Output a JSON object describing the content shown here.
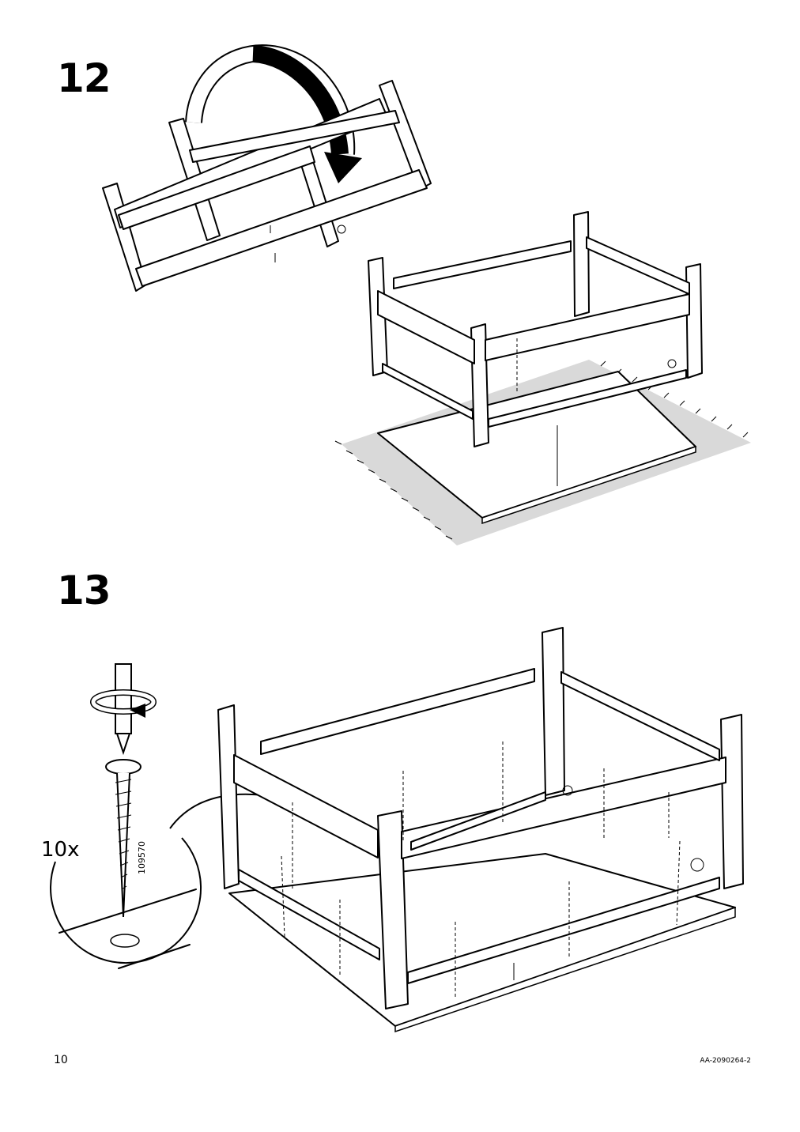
{
  "steps": [
    {
      "number": "12"
    },
    {
      "number": "13"
    }
  ],
  "fastener": {
    "quantity": "10x",
    "part_number": "109570",
    "icon": "screw-icon"
  },
  "footer": {
    "page_number": "10",
    "document_id": "AA-2090264-2"
  }
}
